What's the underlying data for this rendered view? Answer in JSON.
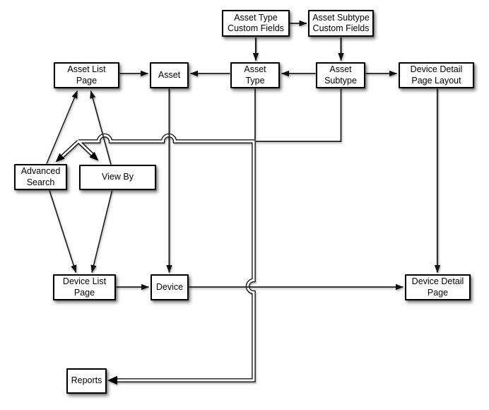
{
  "diagram": {
    "background_color": "#ffffff",
    "line_color": "#1b1b1b",
    "pipe_color": "#000000",
    "box_fill": "#ffffff",
    "box_border": "#000000",
    "nodes": {
      "asset_type_custom_fields": {
        "label": "Asset Type\nCustom Fields"
      },
      "asset_subtype_custom_fields": {
        "label": "Asset Subtype\nCustom Fields"
      },
      "asset_list_page": {
        "label": "Asset List\nPage"
      },
      "asset": {
        "label": "Asset"
      },
      "asset_type": {
        "label": "Asset\nType"
      },
      "asset_subtype": {
        "label": "Asset\nSubtype"
      },
      "device_detail_page_layout": {
        "label": "Device Detail\nPage Layout"
      },
      "advanced_search": {
        "label": "Advanced\nSearch"
      },
      "view_by": {
        "label": "View By"
      },
      "device_list_page": {
        "label": "Device List\nPage"
      },
      "device": {
        "label": "Device"
      },
      "device_detail_page": {
        "label": "Device Detail\nPage"
      },
      "reports": {
        "label": "Reports"
      }
    },
    "edges": [
      {
        "from": "asset_type_custom_fields",
        "to": "asset_subtype_custom_fields",
        "style": "arrow"
      },
      {
        "from": "asset_type_custom_fields",
        "to": "asset_type",
        "style": "arrow"
      },
      {
        "from": "asset_subtype_custom_fields",
        "to": "asset_subtype",
        "style": "arrow"
      },
      {
        "from": "asset_list_page",
        "to": "asset",
        "style": "arrow"
      },
      {
        "from": "asset_type",
        "to": "asset",
        "style": "arrow"
      },
      {
        "from": "asset_subtype",
        "to": "asset_type",
        "style": "arrow"
      },
      {
        "from": "asset_subtype",
        "to": "device_detail_page_layout",
        "style": "arrow"
      },
      {
        "from": "device_detail_page_layout",
        "to": "device_detail_page",
        "style": "arrow"
      },
      {
        "from": "asset",
        "to": "device",
        "style": "arrow"
      },
      {
        "from": "advanced_search",
        "to": "asset_list_page",
        "style": "arrow"
      },
      {
        "from": "view_by",
        "to": "asset_list_page",
        "style": "arrow"
      },
      {
        "from": "advanced_search",
        "to": "device_list_page",
        "style": "arrow"
      },
      {
        "from": "view_by",
        "to": "device_list_page",
        "style": "arrow"
      },
      {
        "from": "device_list_page",
        "to": "device",
        "style": "arrow"
      },
      {
        "from": "device",
        "to": "device_detail_page",
        "style": "arrow"
      },
      {
        "from": "asset_type",
        "to": "pipe_junction",
        "style": "line"
      },
      {
        "from": "asset_subtype",
        "to": "pipe_junction",
        "style": "line"
      },
      {
        "from": "pipe_junction",
        "to": "advanced_search",
        "style": "pipe-arrow"
      },
      {
        "from": "pipe_junction",
        "to": "view_by",
        "style": "pipe-arrow"
      },
      {
        "from": "pipe_junction",
        "to": "reports",
        "style": "pipe-arrow"
      }
    ]
  }
}
